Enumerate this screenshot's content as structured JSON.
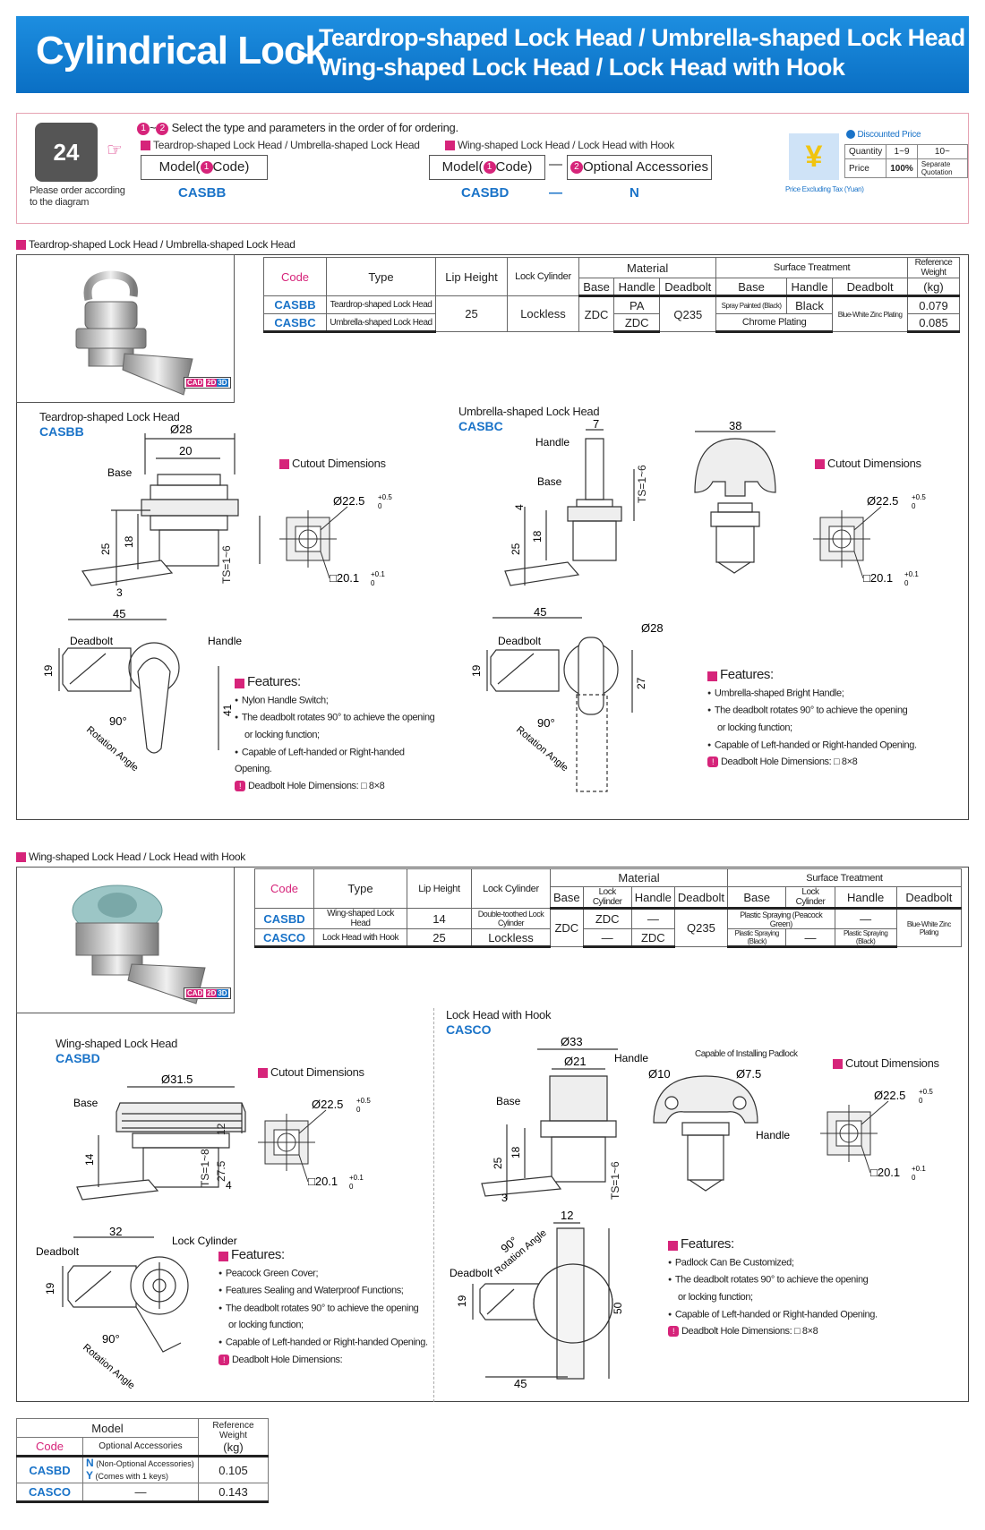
{
  "header": {
    "title": "Cylindrical Lock",
    "arrow": "►",
    "sub1": "Teardrop-shaped Lock Head / Umbrella-shaped Lock Head",
    "sub2": "Wing-shaped Lock Head / Lock Head with Hook"
  },
  "order": {
    "phone_text": "24",
    "note": "Please order according to the diagram",
    "step_text": "Select the type and parameters in the order of for ordering.",
    "step_n1": "1",
    "step_tilde": "~",
    "step_n2": "2",
    "group1_label": "Teardrop-shaped Lock Head / Umbrella-shaped Lock Head",
    "group2_label": "Wing-shaped Lock Head / Lock Head with Hook",
    "model_code_label": "Model(",
    "code_word": "Code)",
    "dash": "—",
    "optional_acc": "Optional Accessories",
    "example1": "CASBB",
    "example2_code": "CASBD",
    "example2_dash": "—",
    "example2_opt": "N"
  },
  "price": {
    "symbol": "¥",
    "discount_label": "Discounted Price",
    "row1": [
      "Quantity",
      "1~9",
      "10~"
    ],
    "row2": [
      "Price",
      "100%",
      "Separate Quotation"
    ],
    "tax_note": "Price Excluding Tax (Yuan)"
  },
  "section1": {
    "label": "Teardrop-shaped Lock Head / Umbrella-shaped Lock Head",
    "cad": "CAD",
    "headers": {
      "code": "Code",
      "type": "Type",
      "lip": "Lip Height",
      "cyl": "Lock Cylinder",
      "material": "Material",
      "surface": "Surface Treatment",
      "weight": "Reference Weight",
      "kg": "(kg)",
      "base": "Base",
      "handle": "Handle",
      "deadbolt": "Deadbolt"
    },
    "rows": [
      {
        "code": "CASBB",
        "type": "Teardrop-shaped Lock Head",
        "m_handle": "PA",
        "s_base": "Spray Painted (Black)",
        "s_handle": "Black",
        "weight": "0.079"
      },
      {
        "code": "CASBC",
        "type": "Umbrella-shaped Lock Head",
        "m_handle": "ZDC",
        "s_merged": "Chrome Plating",
        "weight": "0.085"
      }
    ],
    "shared": {
      "lip": "25",
      "cyl": "Lockless",
      "base": "ZDC",
      "deadbolt": "Q235",
      "s_deadbolt": "Blue-White Zinc Plating"
    },
    "d1_title": "Teardrop-shaped Lock Head",
    "d1_code": "CASBB",
    "d2_title": "Umbrella-shaped Lock Head",
    "d2_code": "CASBC",
    "cutout": "Cutout Dimensions",
    "features_title": "Features:",
    "f1": [
      "Nylon Handle Switch;",
      "The deadbolt rotates 90° to achieve the opening",
      "or locking function;",
      "Capable of Left-handed or Right-handed Opening."
    ],
    "f1_hole": "Deadbolt Hole Dimensions: □ 8×8",
    "f2": [
      "Umbrella-shaped Bright Handle;",
      "The deadbolt rotates 90° to achieve the opening",
      "or locking function;",
      "Capable of Left-handed or Right-handed Opening."
    ],
    "f2_hole": "Deadbolt Hole Dimensions: □ 8×8"
  },
  "dims": {
    "d28": "Ø28",
    "d20": "20",
    "base": "Base",
    "v25": "25",
    "v18": "18",
    "ts16": "TS=1~6",
    "v3": "3",
    "cut_d": "Ø22.5",
    "cut_tol": "+0.5",
    "cut_tol0": "0",
    "cut_sq": "□20.1",
    "cut_sq_tol": "+0.1",
    "v45": "45",
    "deadbolt": "Deadbolt",
    "handle": "Handle",
    "v19": "19",
    "v41": "41",
    "deg90": "90°",
    "rot": "Rotation Angle",
    "v7": "7",
    "v38": "38",
    "v4": "4",
    "v27": "27",
    "d315": "Ø31.5",
    "v14": "14",
    "v12": "12",
    "v275": "27.5",
    "ts18": "TS=1~8",
    "v32": "32",
    "lockcyl": "Lock Cylinder",
    "d33": "Ø33",
    "d21": "Ø21",
    "d10": "Ø10",
    "d75": "Ø7.5",
    "padlock": "Capable of Installing Padlock",
    "v50": "50"
  },
  "section2": {
    "label": "Wing-shaped Lock Head / Lock Head with Hook",
    "cad": "CAD",
    "headers": {
      "code": "Code",
      "type": "Type",
      "lip": "Lip Height",
      "cyl": "Lock Cylinder",
      "material": "Material",
      "surface": "Surface Treatment",
      "base": "Base",
      "lockcyl": "Lock Cylinder",
      "handle": "Handle",
      "deadbolt": "Deadbolt"
    },
    "rows": [
      {
        "code": "CASBD",
        "type": "Wing-shaped Lock Head",
        "lip": "14",
        "cyl": "Double-toothed Lock Cylinder",
        "m_cyl": "ZDC",
        "m_handle": "—",
        "s_base": "Plastic Spraying (Peacock Green)",
        "s_cyl": "",
        "s_handle": "—"
      },
      {
        "code": "CASCO",
        "type": "Lock Head with Hook",
        "lip": "25",
        "cyl": "Lockless",
        "m_cyl": "—",
        "m_handle": "ZDC",
        "s_base": "Plastic Spraying (Black)",
        "s_cyl": "—",
        "s_handle": "Plastic Spraying (Black)"
      }
    ],
    "shared": {
      "base": "ZDC",
      "deadbolt": "Q235",
      "s_deadbolt": "Blue-White Zinc Plating"
    },
    "d3_title": "Wing-shaped Lock Head",
    "d3_code": "CASBD",
    "d4_title": "Lock Head with Hook",
    "d4_code": "CASCO",
    "cutout": "Cutout Dimensions",
    "features_title": "Features:",
    "f3": [
      "Peacock Green Cover;",
      "Features Sealing and Waterproof Functions;",
      "The deadbolt rotates 90° to achieve the opening",
      "or locking function;",
      "Capable of Left-handed or Right-handed Opening."
    ],
    "f3_hole": "Deadbolt Hole Dimensions:",
    "f4": [
      "Padlock Can Be Customized;",
      "The deadbolt rotates 90° to achieve the opening",
      "or locking function;",
      "Capable of Left-handed or Right-handed Opening."
    ],
    "f4_hole": "Deadbolt Hole Dimensions: □ 8×8"
  },
  "bottom": {
    "model": "Model",
    "code": "Code",
    "opt": "Optional Accessories",
    "weight": "Reference Weight",
    "kg": "(kg)",
    "rows": [
      {
        "code": "CASBD",
        "opt_n": "N",
        "opt_n_txt": "(Non-Optional Accessories)",
        "opt_y": "Y",
        "opt_y_txt": "(Comes with 1 keys)",
        "weight": "0.105"
      },
      {
        "code": "CASCO",
        "opt": "—",
        "weight": "0.143"
      }
    ]
  },
  "colors": {
    "header_blue": "#0a6fc4",
    "accent_pink": "#d6247a",
    "code_blue": "#1a73c8"
  }
}
